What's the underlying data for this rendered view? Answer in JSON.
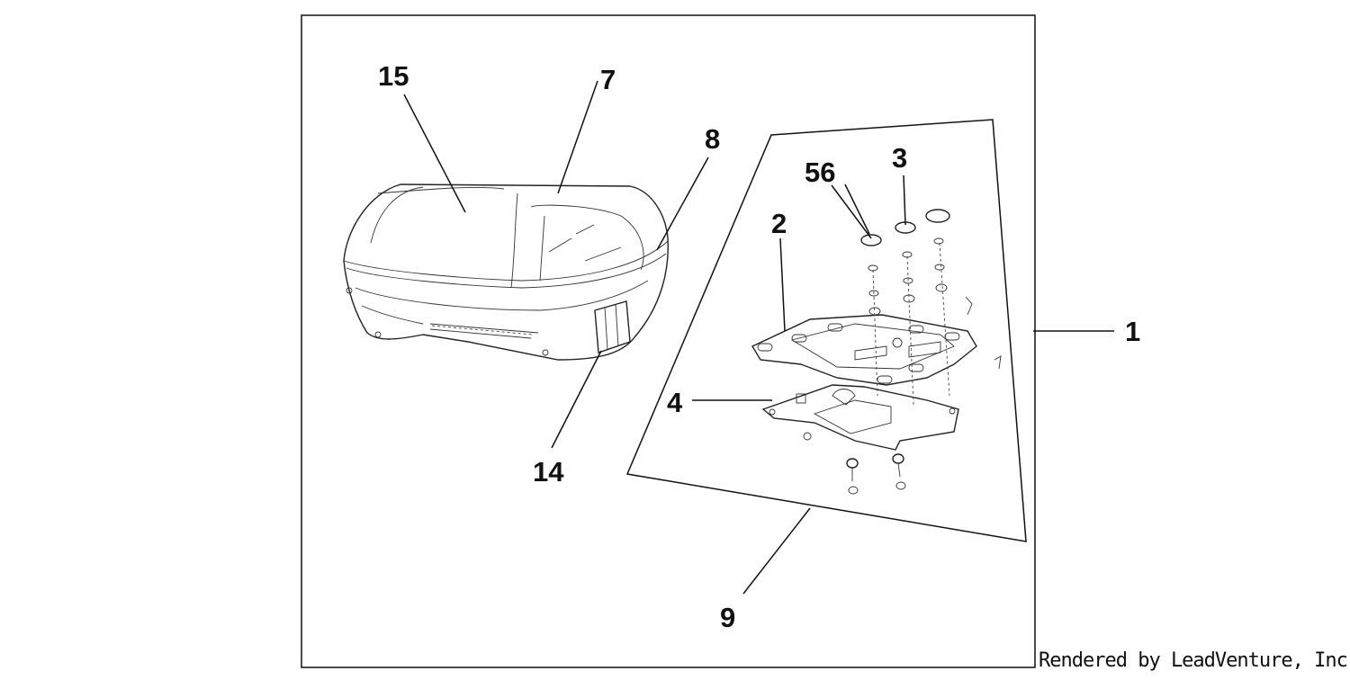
{
  "callouts": {
    "c15": "15",
    "c7": "7",
    "c8": "8",
    "c56": "56",
    "c3": "3",
    "c2": "2",
    "c1": "1",
    "c4": "4",
    "c14": "14",
    "c9": "9"
  },
  "credit": "Rendered by LeadVenture, Inc."
}
